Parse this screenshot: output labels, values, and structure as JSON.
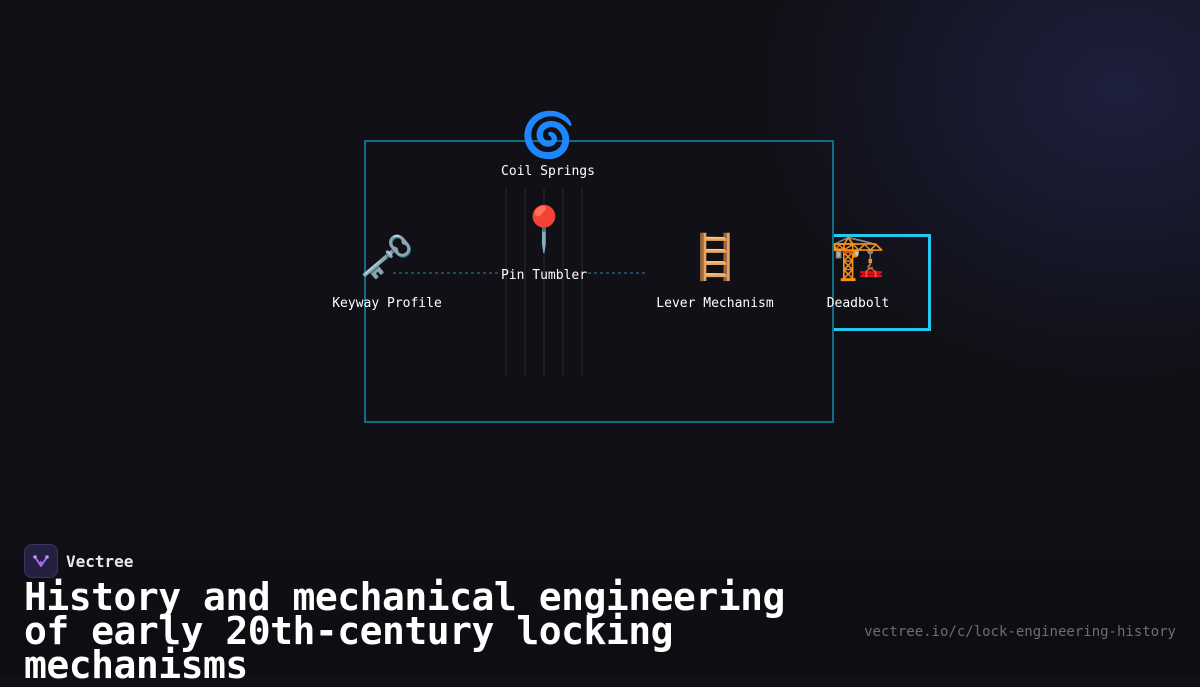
{
  "diagram": {
    "nodes": [
      {
        "id": "springs",
        "icon": "🌀",
        "icon_name": "spiral-icon",
        "label": "Coil Springs"
      },
      {
        "id": "pin",
        "icon": "📍",
        "icon_name": "pin-icon",
        "label": "Pin Tumbler"
      },
      {
        "id": "keyway",
        "icon": "🗝️",
        "icon_name": "key-icon",
        "label": "Keyway Profile"
      },
      {
        "id": "lever",
        "icon": "🪜",
        "icon_name": "ladder-icon",
        "label": "Lever Mechanism"
      },
      {
        "id": "deadbolt",
        "icon": "🏗️",
        "icon_name": "crane-icon",
        "label": "Deadbolt"
      }
    ],
    "colors": {
      "frame": "#0f6d86",
      "highlight": "#22c8ee",
      "connector": "#1f5f73"
    }
  },
  "footer": {
    "brand": "Vectree",
    "title": "History and mechanical engineering of early 20th-century locking mechanisms",
    "url": "vectree.io/c/lock-engineering-history"
  }
}
